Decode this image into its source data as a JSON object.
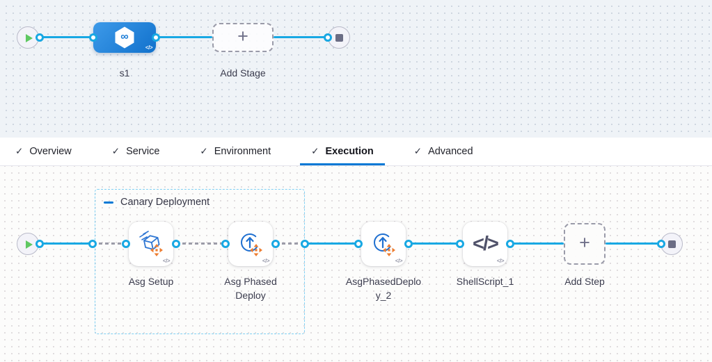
{
  "stage_canvas": {
    "stage": {
      "name": "s1",
      "icon": "cd-stage-hexagon-infinity-icon",
      "code_badge": "</>"
    },
    "add_stage_label": "Add Stage",
    "plus_glyph": "+",
    "start_icon": "play-icon",
    "end_icon": "stop-icon"
  },
  "tab_bar": {
    "check_glyph": "✓",
    "tabs": [
      {
        "label": "Overview",
        "checked": true,
        "active": false
      },
      {
        "label": "Service",
        "checked": true,
        "active": false
      },
      {
        "label": "Environment",
        "checked": true,
        "active": false
      },
      {
        "label": "Execution",
        "checked": true,
        "active": true
      },
      {
        "label": "Advanced",
        "checked": true,
        "active": false
      }
    ]
  },
  "execution_canvas": {
    "group": {
      "label": "Canary Deployment",
      "collapse_icon": "minus-icon"
    },
    "steps": [
      {
        "name": "Asg Setup",
        "icon": "asg-setup-icon",
        "code_badge": "</>"
      },
      {
        "name": "Asg Phased Deploy",
        "icon": "asg-phased-deploy-icon",
        "code_badge": "</>"
      },
      {
        "name": "AsgPhasedDeploy_2",
        "icon": "asg-phased-deploy-icon",
        "code_badge": "</>"
      },
      {
        "name": "ShellScript_1",
        "icon": "shell-script-icon",
        "code_badge": "</>",
        "glyph": "</>"
      }
    ],
    "add_step_label": "Add Step",
    "plus_glyph": "+",
    "start_icon": "play-icon",
    "end_icon": "stop-icon"
  },
  "colors": {
    "connector_blue": "#18a8e3",
    "active_tab_blue": "#0278d5",
    "stage_node_blue": "#1d7fd8",
    "group_border_blue": "#7ed0f4",
    "play_green": "#5fc862",
    "icon_blue": "#2e76d3",
    "accent_orange": "#ed7d31",
    "canvas_top_bg": "#eff3f7",
    "canvas_bottom_bg": "#fcfcfb"
  }
}
